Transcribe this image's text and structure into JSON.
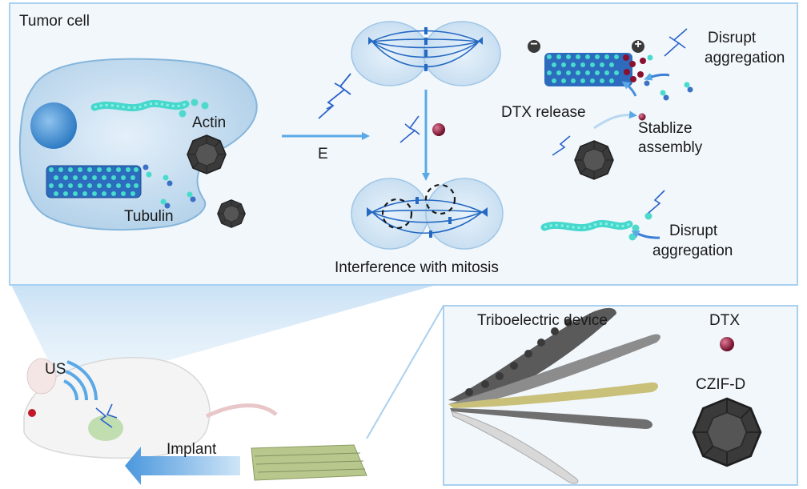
{
  "top_panel": {
    "title": "Tumor cell",
    "actin_label": "Actin",
    "tubulin_label": "Tubulin",
    "field_label": "E",
    "mitosis_caption": "Interference with mitosis",
    "dtx_release": "DTX release",
    "stabilize_line1": "Stablize",
    "stabilize_line2": "assembly",
    "disrupt_top_line1": "Disrupt",
    "disrupt_top_line2": "aggregation",
    "disrupt_bottom_line1": "Disrupt",
    "disrupt_bottom_line2": "aggregation",
    "minus_symbol": "−",
    "plus_symbol": "+"
  },
  "bottom_left": {
    "us_label": "US",
    "implant_label": "Implant"
  },
  "bottom_panel": {
    "device_label": "Triboelectric device",
    "dtx_label": "DTX",
    "czif_label": "CZIF-D"
  },
  "colors": {
    "panel_bg": "#f2f7fc",
    "panel_border": "#a9d0ef",
    "cell_fill": "#bcd9ee",
    "arrow_blue": "#5aa9e6",
    "microtubule_cyan": "#3fd6c8",
    "microtubule_blue": "#2c5fb0",
    "dtx_red": "#8a1030",
    "lightning_blue": "#2a63c9"
  }
}
